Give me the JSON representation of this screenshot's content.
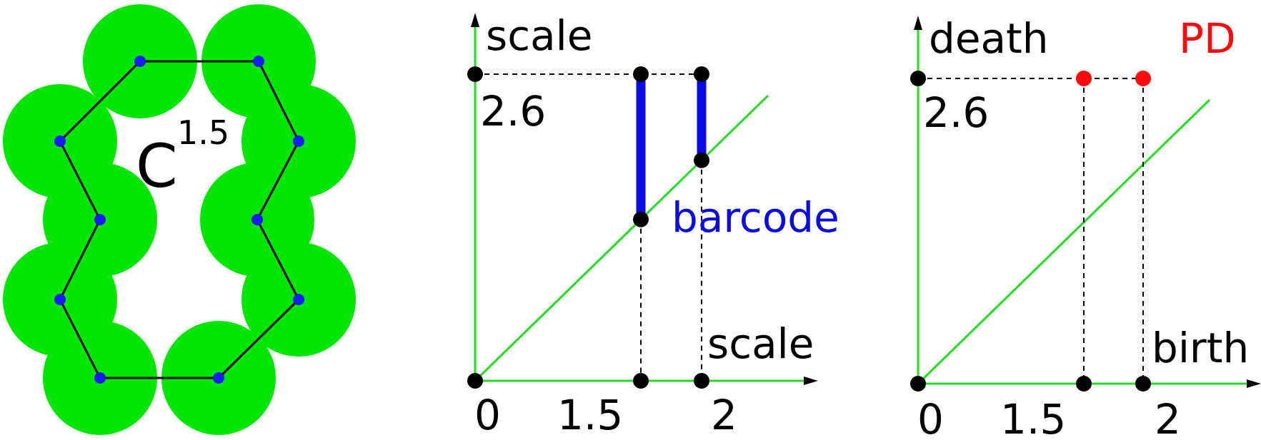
{
  "complex": {
    "label": "C",
    "superscript": "1.5",
    "ball_color": "#00e600",
    "vertex_color": "#1a1aff",
    "edge_color": "#000000"
  },
  "barcode_plot": {
    "y_axis_label": "scale",
    "x_axis_label": "scale",
    "series_label": "barcode",
    "series_color": "#0a0ae6",
    "y_tick": "2.6",
    "x_ticks": [
      "0",
      "1.5",
      "2"
    ],
    "bars": [
      {
        "birth": 1.5,
        "death": 2.6
      },
      {
        "birth": 2.0,
        "death": 2.6
      }
    ]
  },
  "pd_plot": {
    "y_axis_label": "death",
    "x_axis_label": "birth",
    "series_label": "PD",
    "series_color": "#ff0a0a",
    "y_tick": "2.6",
    "x_ticks": [
      "0",
      "1.5",
      "2"
    ],
    "points": [
      {
        "birth": 1.5,
        "death": 2.6
      },
      {
        "birth": 2.0,
        "death": 2.6
      }
    ]
  },
  "colors": {
    "axis": "#22dd22",
    "marker": "#000000"
  }
}
